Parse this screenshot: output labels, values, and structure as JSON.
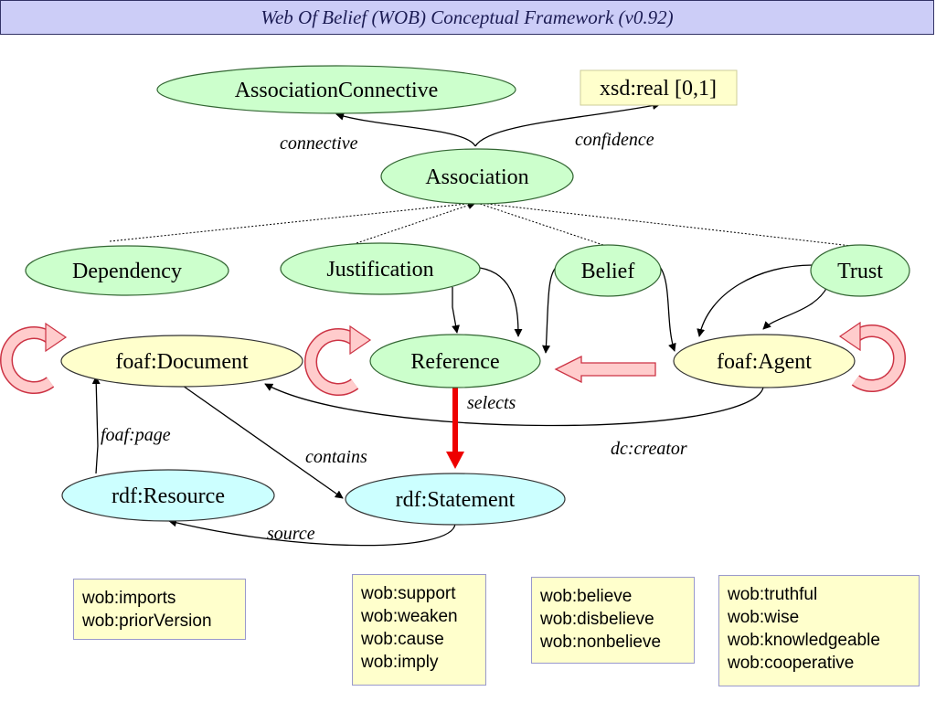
{
  "header": {
    "title": "Web Of Belief (WOB) Conceptual Framework  (v0.92)"
  },
  "nodes": {
    "association_connective": "AssociationConnective",
    "xsd_real": "xsd:real [0,1]",
    "association": "Association",
    "dependency": "Dependency",
    "justification": "Justification",
    "belief": "Belief",
    "trust": "Trust",
    "foaf_document": "foaf:Document",
    "reference": "Reference",
    "foaf_agent": "foaf:Agent",
    "rdf_resource": "rdf:Resource",
    "rdf_statement": "rdf:Statement"
  },
  "edges": {
    "connective": "connective",
    "confidence": "confidence",
    "selects": "selects",
    "dc_creator": "dc:creator",
    "foaf_page": "foaf:page",
    "contains": "contains",
    "source": "source"
  },
  "vocab": {
    "imports": [
      "wob:imports",
      "wob:priorVersion"
    ],
    "support": [
      "wob:support",
      "wob:weaken",
      "wob:cause",
      "wob:imply"
    ],
    "believe": [
      "wob:believe",
      "wob:disbelieve",
      "wob:nonbelieve"
    ],
    "truthful": [
      "wob:truthful",
      "wob:wise",
      "wob:knowledgeable",
      "wob:cooperative"
    ]
  },
  "colors": {
    "green_node": "#ccffcc",
    "yellow_node": "#ffffcc",
    "cyan_node": "#ccffff",
    "selects_arrow": "#ee0000",
    "self_loop": "#ffcccc"
  }
}
